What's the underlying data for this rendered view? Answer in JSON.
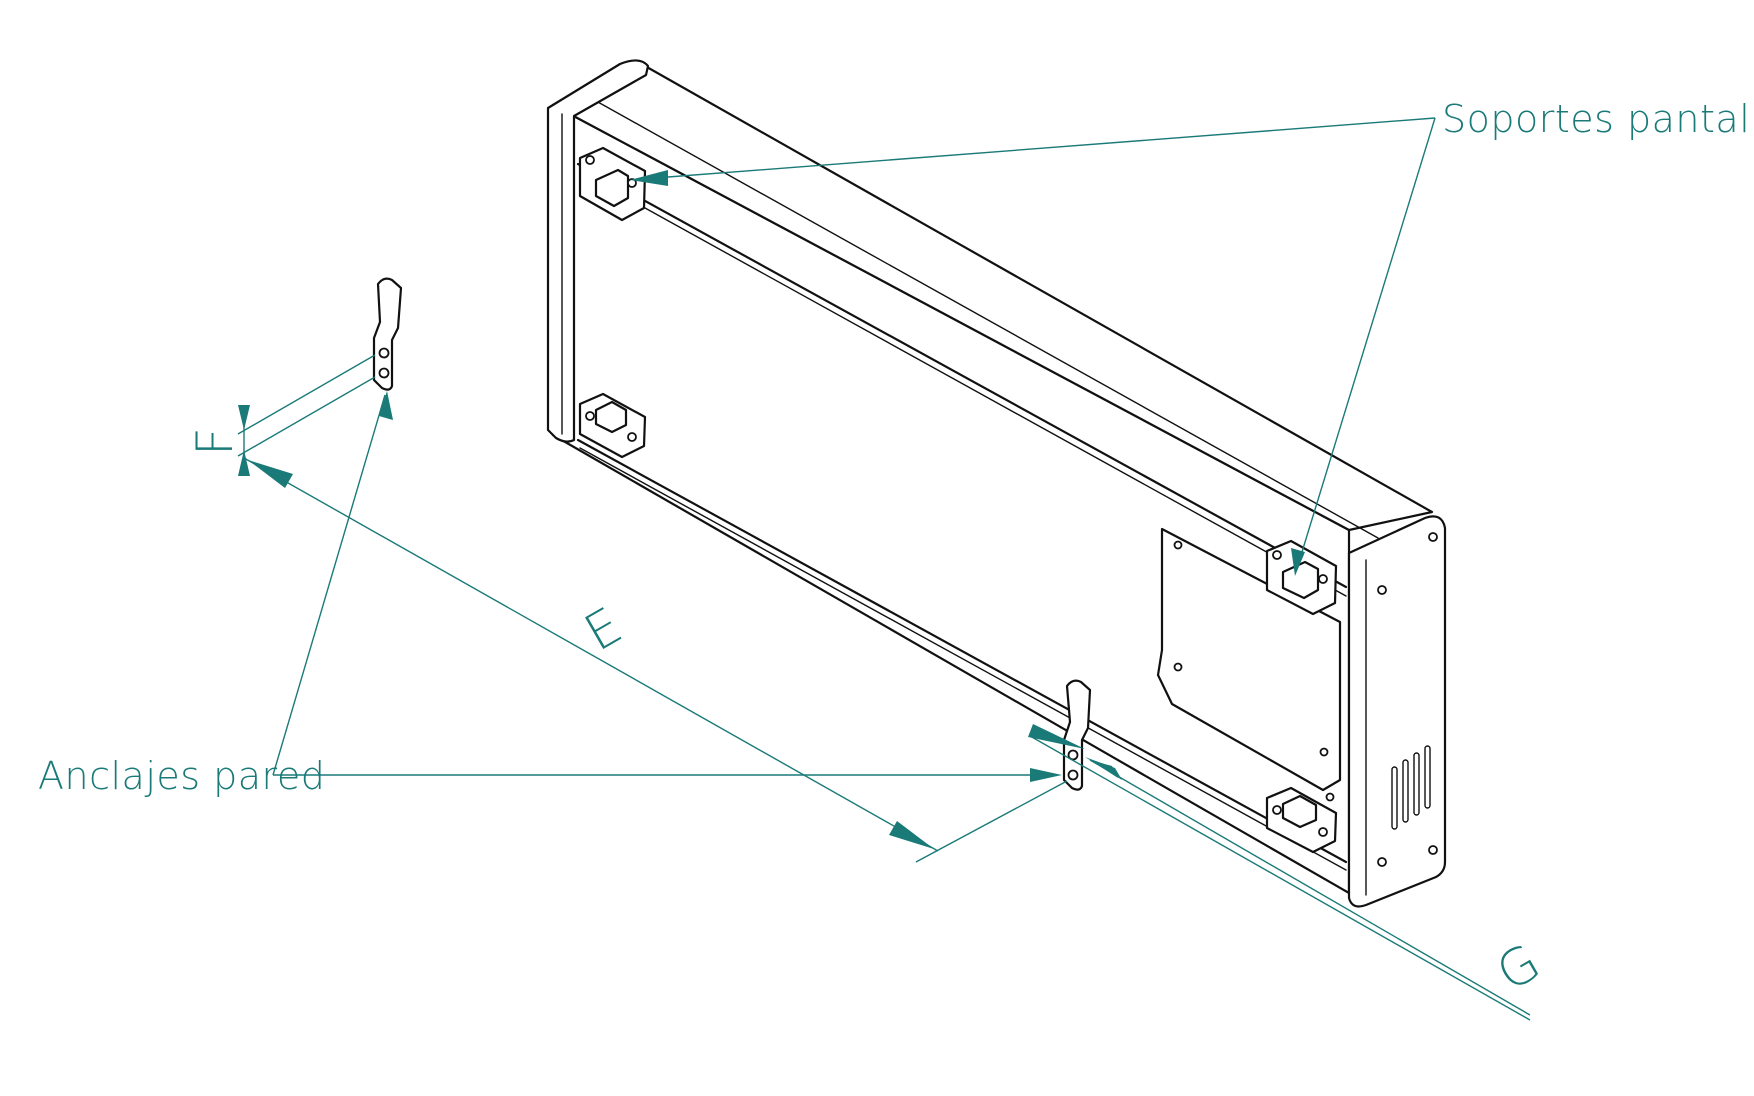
{
  "callouts": {
    "screen_supports": "Soportes pantalla",
    "wall_anchors": "Anclajes pared"
  },
  "dimensions": {
    "e": "E",
    "f": "F",
    "g": "G"
  },
  "colors": {
    "annotation": "#1a7a78",
    "linework": "#111111",
    "background": "#ffffff"
  }
}
